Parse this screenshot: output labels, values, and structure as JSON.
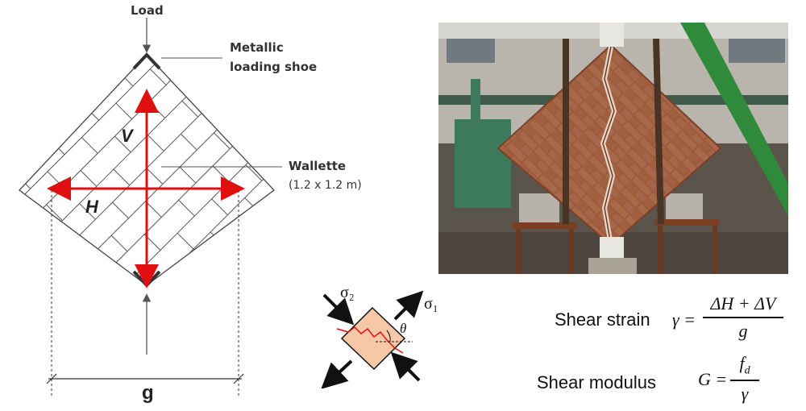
{
  "labels": {
    "load": "Load",
    "shoe_line1": "Metallic",
    "shoe_line2": "loading shoe",
    "wallette_line1": "Wallette",
    "wallette_line2": "(1.2 x 1.2 m)",
    "v": "V",
    "h": "H",
    "g": "g"
  },
  "element": {
    "sigma2": "σ₂",
    "sigma1": "σ₁",
    "theta": "θ"
  },
  "formulas": {
    "shear_strain_label": "Shear strain",
    "gamma_lhs": "γ =",
    "gamma_num": "ΔH + ΔV",
    "gamma_den": "g",
    "shear_modulus_label": "Shear modulus",
    "g_lhs": "G =",
    "g_num_main": "f",
    "g_num_sub": "d",
    "g_den": "γ"
  },
  "colors": {
    "arrow_red": "#e01010",
    "element_fill": "#f6c8a8",
    "crack_red": "#e01010"
  }
}
